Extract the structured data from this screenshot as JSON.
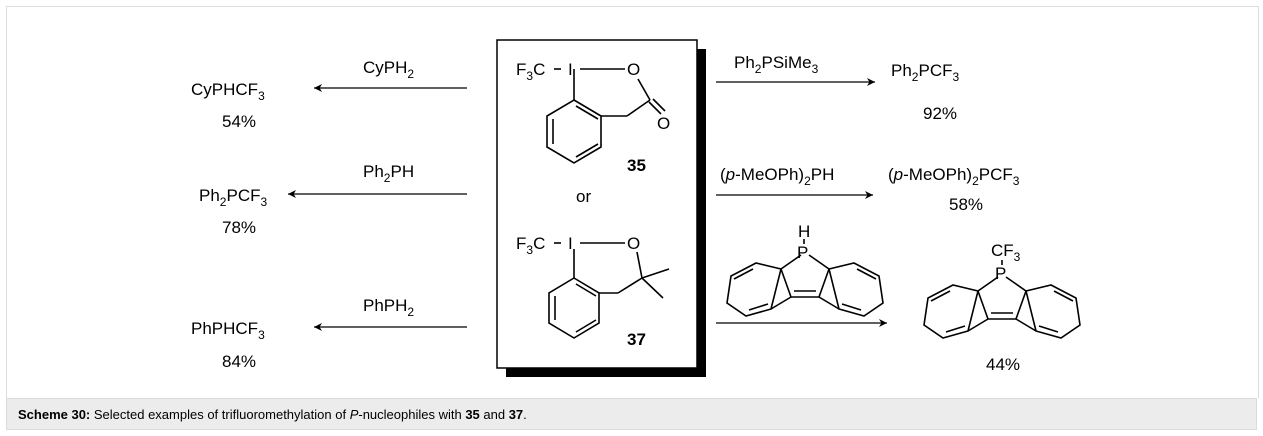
{
  "caption": {
    "label": "Scheme 30:",
    "text_before_p": " Selected examples of trifluoromethylation of ",
    "p_italic": "P",
    "text_after_p": "-nucleophiles with ",
    "num1": "35",
    "and": " and ",
    "num2": "37",
    "end": "."
  },
  "reagent_box": {
    "reagent1": {
      "cf3": "F",
      "cf3_sub": "3",
      "cf3_c": "C",
      "iodine": "I",
      "oxygen": "O",
      "carbonyl_o": "O",
      "number": "35"
    },
    "or": "or",
    "reagent2": {
      "cf3": "F",
      "cf3_sub": "3",
      "cf3_c": "C",
      "iodine": "I",
      "oxygen": "O",
      "number": "37"
    }
  },
  "left_reactions": [
    {
      "reagent": [
        "CyPH",
        "2"
      ],
      "product": [
        "CyPHCF",
        "3"
      ],
      "yield": "54%"
    },
    {
      "reagent": [
        "Ph",
        "2",
        "PH"
      ],
      "product": [
        "Ph",
        "2",
        "PCF",
        "3"
      ],
      "yield": "78%"
    },
    {
      "reagent": [
        "PhPH",
        "2"
      ],
      "product": [
        "PhPHCF",
        "3"
      ],
      "yield": "84%"
    }
  ],
  "right_reactions": [
    {
      "reagent": [
        "Ph",
        "2",
        "PSiMe",
        "3"
      ],
      "product": [
        "Ph",
        "2",
        "PCF",
        "3"
      ],
      "yield": "92%"
    },
    {
      "reagent": [
        "(",
        "p",
        "-MeOPh)",
        "2",
        "PH"
      ],
      "product": [
        "(",
        "p",
        "-MeOPh)",
        "2",
        "PCF",
        "3"
      ],
      "yield": "58%"
    },
    {
      "reagent": {
        "h": "H",
        "p": "P"
      },
      "product": {
        "cf3": "CF",
        "cf3_sub": "3",
        "p": "P"
      },
      "yield": "44%"
    }
  ]
}
